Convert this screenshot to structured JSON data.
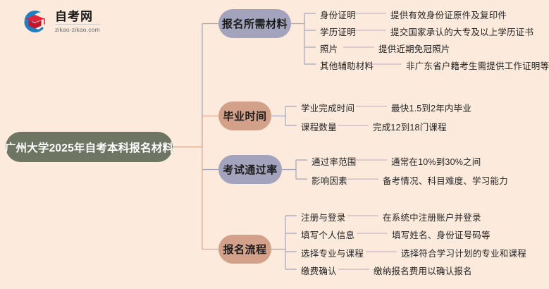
{
  "logo": {
    "name": "自考网",
    "domain": "zikao-zikao.com",
    "mark_icon": "graduation-cap-icon"
  },
  "colors": {
    "background": "#fcebdd",
    "root": "#6e7562",
    "purple": "#a3a3bd",
    "tan": "#d3a189",
    "wire_purple": "#a3a3bd",
    "wire_tan": "#d8a98e",
    "text_dark": "#242424",
    "text_light": "#ffffff"
  },
  "mindmap": {
    "root": "广州大学2025年自考本科报名材料",
    "branches": [
      {
        "label": "报名所需材料",
        "color": "purple",
        "children": [
          {
            "label": "身份证明",
            "detail": "提供有效身份证原件及复印件"
          },
          {
            "label": "学历证明",
            "detail": "提交国家承认的大专及以上学历证书"
          },
          {
            "label": "照片",
            "detail": "提供近期免冠照片"
          },
          {
            "label": "其他辅助材料",
            "detail": "非广东省户籍考生需提供工作证明等"
          }
        ]
      },
      {
        "label": "毕业时间",
        "color": "tan",
        "children": [
          {
            "label": "学业完成时间",
            "detail": "最快1.5到2年内毕业"
          },
          {
            "label": "课程数量",
            "detail": "完成12到18门课程"
          }
        ]
      },
      {
        "label": "考试通过率",
        "color": "purple",
        "children": [
          {
            "label": "通过率范围",
            "detail": "通常在10%到30%之间"
          },
          {
            "label": "影响因素",
            "detail": "备考情况、科目难度、学习能力"
          }
        ]
      },
      {
        "label": "报名流程",
        "color": "tan",
        "children": [
          {
            "label": "注册与登录",
            "detail": "在系统中注册账户并登录"
          },
          {
            "label": "填写个人信息",
            "detail": "填写姓名、身份证号码等"
          },
          {
            "label": "选择专业与课程",
            "detail": "选择符合学习计划的专业和课程"
          },
          {
            "label": "缴费确认",
            "detail": "缴纳报名费用以确认报名"
          }
        ]
      }
    ]
  }
}
